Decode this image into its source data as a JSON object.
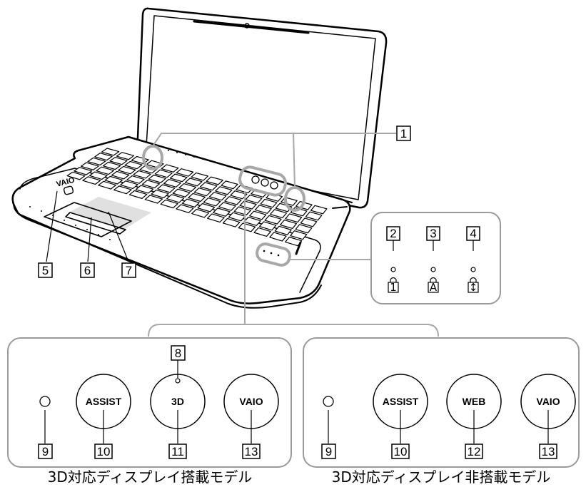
{
  "callouts": {
    "c1": "1",
    "c2": "2",
    "c3": "3",
    "c4": "4",
    "c5": "5",
    "c6": "6",
    "c7": "7",
    "c8": "8",
    "c9a": "9",
    "c10a": "10",
    "c11": "11",
    "c13a": "13",
    "c9b": "9",
    "c10b": "10",
    "c12": "12",
    "c13b": "13"
  },
  "indicators": {
    "num_lock_icon": "1",
    "caps_lock_icon": "A",
    "scroll_lock_icon": "↕"
  },
  "panel_left": {
    "caption": "3D対応ディスプレイ搭載モデル",
    "button1": "ASSIST",
    "button2": "3D",
    "button3": "VAIO"
  },
  "panel_right": {
    "caption": "3D対応ディスプレイ非搭載モデル",
    "button1": "ASSIST",
    "button2": "WEB",
    "button3": "VAIO"
  },
  "laptop": {
    "logo": "VAIO"
  },
  "colors": {
    "outline": "#000000",
    "callout_line": "#aaaaaa",
    "panel_border": "#9a9a9a",
    "touchpad_highlight": "#e0e0e0"
  }
}
